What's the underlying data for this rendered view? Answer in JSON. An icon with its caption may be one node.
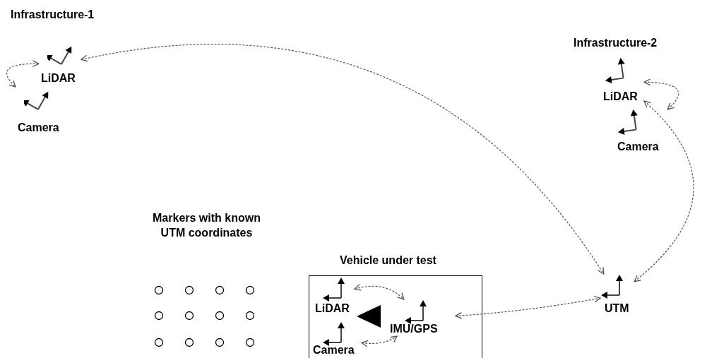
{
  "diagram": {
    "nodes": [
      {
        "text": [
          "LiDAR"
        ]
      },
      {
        "text": [
          "Camera"
        ]
      },
      {
        "text": [
          "LiDAR"
        ]
      },
      {
        "text": [
          "Camera"
        ]
      },
      {
        "text": [
          "UTM"
        ]
      },
      {
        "text": [
          "Vehicle under test"
        ]
      },
      {
        "text": [
          "LiDAR"
        ],
        "in": 5
      },
      {
        "text": [
          "Camera"
        ],
        "in": 5
      },
      {
        "text": [
          "IMU/GPS"
        ],
        "in": 5
      }
    ],
    "edges": [
      {
        "from": 0,
        "to": 1,
        "arrow": "both",
        "style": "dashed"
      },
      {
        "from": 0,
        "to": 4,
        "arrow": "both",
        "style": "dashed"
      },
      {
        "from": 2,
        "to": 3,
        "arrow": "both",
        "style": "dashed"
      },
      {
        "from": 2,
        "to": 4,
        "arrow": "both",
        "style": "dashed"
      },
      {
        "from": 6,
        "to": 8,
        "arrow": "both",
        "style": "dashed"
      },
      {
        "from": 7,
        "to": 8,
        "arrow": "both",
        "style": "dashed"
      },
      {
        "from": 8,
        "to": 4,
        "arrow": "both",
        "style": "dashed"
      }
    ],
    "labels": [
      "Infrastructure-1",
      "Infrastructure-2",
      "Markers with known UTM coordinates"
    ]
  }
}
